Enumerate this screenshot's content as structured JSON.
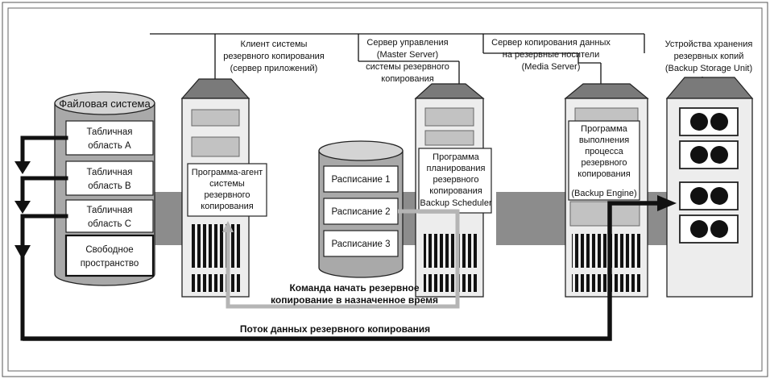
{
  "labels": {
    "client_line1": "Клиент системы",
    "client_line2": "резервного копирования",
    "client_line3": "(сервер приложений)",
    "master_line1": "Сервер управления",
    "master_line2": "(Master Server)",
    "master_line3": "системы резервного",
    "master_line4": "копирования",
    "media_line1": "Сервер копирования данных",
    "media_line2": "на резервные носители",
    "media_line3": "(Media Server)",
    "storage_line1": "Устройства хранения",
    "storage_line2": "резервных копий",
    "storage_line3": "(Backup Storage Unit)"
  },
  "filesystem": {
    "title": "Файловая система",
    "area_a_1": "Табличная",
    "area_a_2": "область А",
    "area_b_1": "Табличная",
    "area_b_2": "область В",
    "area_c_1": "Табличная",
    "area_c_2": "область С",
    "free_1": "Свободное",
    "free_2": "пространство"
  },
  "agent": {
    "line1": "Программа-агент",
    "line2": "системы",
    "line3": "резервного",
    "line4": "копирования"
  },
  "schedule": {
    "item1": "Расписание 1",
    "item2": "Расписание 2",
    "item3": "Расписание 3"
  },
  "scheduler": {
    "line1": "Программа",
    "line2": "планирования",
    "line3": "резервного",
    "line4": "копирования",
    "line5": "Backup Scheduler"
  },
  "engine": {
    "line1": "Программа",
    "line2": "выполнения",
    "line3": "процесса",
    "line4": "резервного",
    "line5": "копирования",
    "line6": "(Backup Engine)"
  },
  "arrows": {
    "command_line1": "Команда начать резервное",
    "command_line2": "копирование в назначенное время",
    "dataflow": "Поток данных резервного копирования"
  }
}
